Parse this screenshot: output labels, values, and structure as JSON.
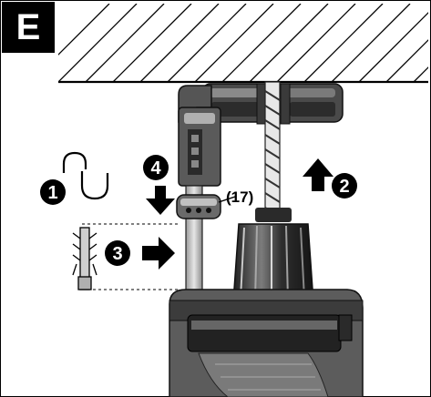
{
  "panel": {
    "letter": "E"
  },
  "steps": [
    "1",
    "2",
    "3",
    "4"
  ],
  "callout": {
    "label": "(17)"
  },
  "colors": {
    "black": "#000000",
    "white": "#ffffff",
    "dark_gray": "#3a3a3a",
    "mid_gray": "#7a7a7a",
    "light_gray": "#b8b8b8",
    "tool_body": "#565656"
  },
  "icons": [
    "hook-icon",
    "wall-plug-icon",
    "arrow-up-icon",
    "arrow-right-icon",
    "arrow-down-icon"
  ]
}
